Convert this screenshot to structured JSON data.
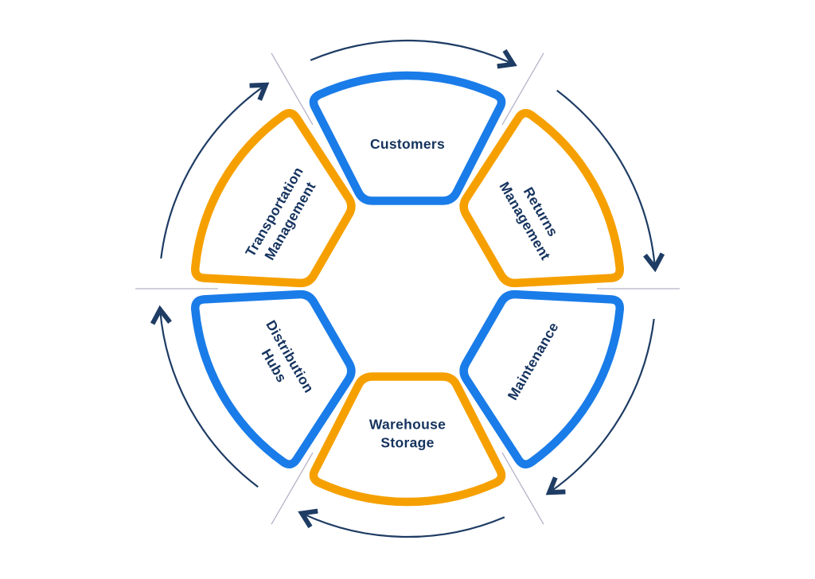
{
  "diagram": {
    "kind": "circular-cycle",
    "direction": "clockwise",
    "sequence": [
      "Customers",
      "Returns Management",
      "Maintenance",
      "Warehouse Storage",
      "Distribution Hubs",
      "Transportation Management"
    ]
  },
  "colors": {
    "blue": "#1a7ce8",
    "orange": "#f6a000",
    "arrow": "#1e3c64",
    "divider": "#b7b2c8",
    "label": "#15335e",
    "background": "#ffffff"
  },
  "segments": [
    {
      "id": "customers",
      "label": "Customers",
      "color": "#1a7ce8",
      "lines": [
        "Customers"
      ]
    },
    {
      "id": "returns-management",
      "label": "Returns Management",
      "color": "#f6a000",
      "lines": [
        "Returns",
        "Management"
      ]
    },
    {
      "id": "maintenance",
      "label": "Maintenance",
      "color": "#1a7ce8",
      "lines": [
        "Maintenance"
      ]
    },
    {
      "id": "warehouse-storage",
      "label": "Warehouse Storage",
      "color": "#f6a000",
      "lines": [
        "Warehouse",
        "Storage"
      ]
    },
    {
      "id": "distribution-hubs",
      "label": "Distribution Hubs",
      "color": "#1a7ce8",
      "lines": [
        "Distribution",
        "Hubs"
      ]
    },
    {
      "id": "transportation-management",
      "label": "Transportation Management",
      "color": "#f6a000",
      "lines": [
        "Transportation",
        "Management"
      ]
    }
  ]
}
